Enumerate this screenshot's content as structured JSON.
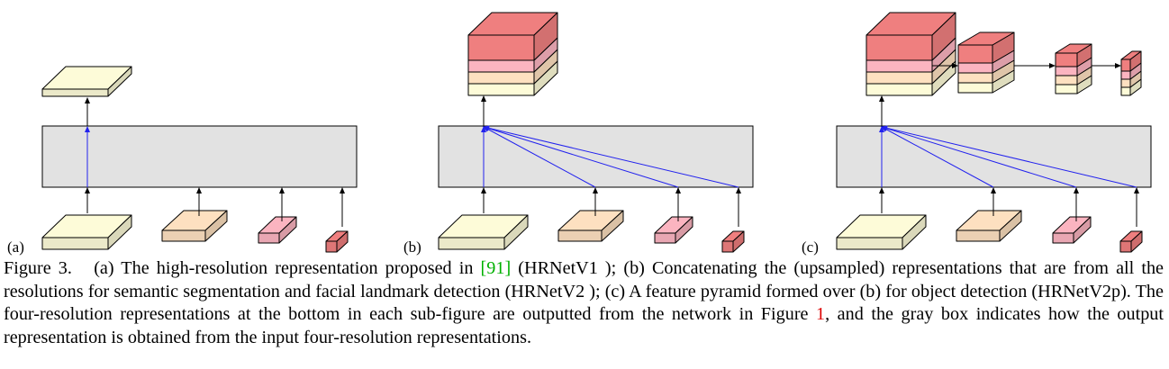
{
  "panels": [
    {
      "label": "(a)",
      "mode": "a"
    },
    {
      "label": "(b)",
      "mode": "b"
    },
    {
      "label": "(c)",
      "mode": "c"
    }
  ],
  "colors": {
    "res1": "#fdfbd8",
    "res2": "#fde0c0",
    "res3": "#fbb4c0",
    "res4": "#ef7f7f",
    "gray_box": "#e2e2e2",
    "blue_arrow": "#2222ee",
    "black_arrow": "#000000",
    "ref_green": "#00b000",
    "ref_red": "#dd0000"
  },
  "caption": {
    "figure_label": "Figure 3.",
    "part1": "(a) The high-resolution representation proposed in",
    "ref1": "[91]",
    "part2": "(HRNetV1 ); (b) Concatenating the (upsampled) representations that are from all the resolutions for semantic segmentation and facial landmark detection (HRNetV2 ); (c) A feature pyramid formed over (b) for object detection (HRNetV2p). The four-resolution representations at the bottom in each sub-figure are outputted from the network in Figure",
    "ref2": "1",
    "part3": ", and the gray box indicates how the output representation is obtained from the input four-resolution representations."
  }
}
